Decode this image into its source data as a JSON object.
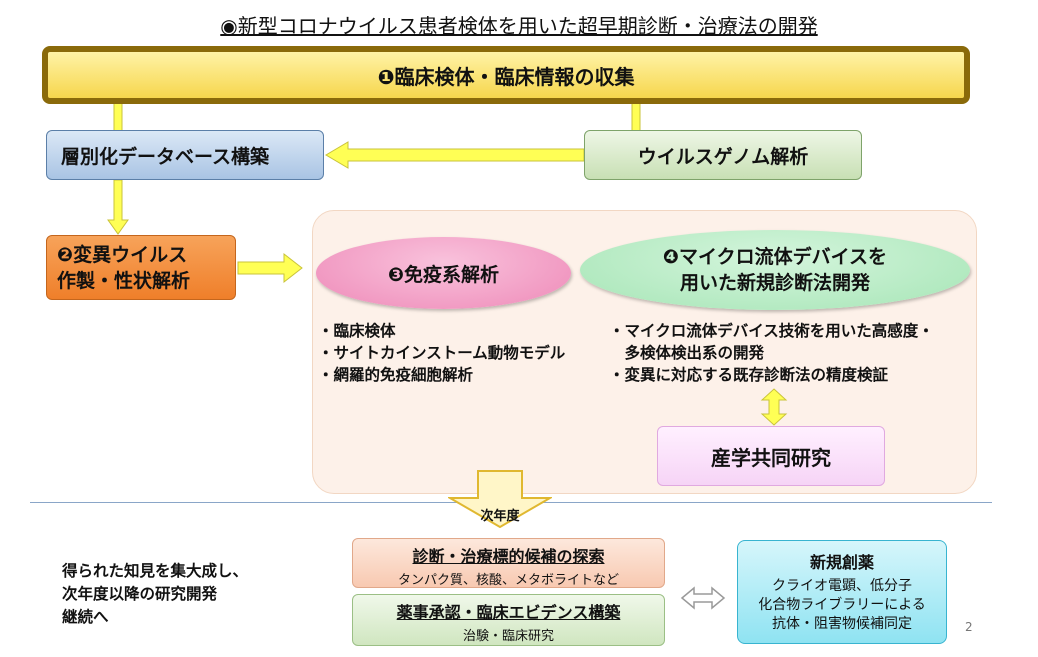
{
  "title": "◉新型コロナウイルス患者検体を用いた超早期診断・治療法の開発",
  "top_bar": "❶臨床検体・臨床情報の収集",
  "database": "層別化データベース構築",
  "genome": "ウイルスゲノム解析",
  "variant": {
    "line1": "❷変異ウイルス",
    "line2": "作製・性状解析"
  },
  "immune": {
    "title": "❸免疫系解析",
    "items": [
      "・臨床検体",
      "・サイトカインストーム動物モデル",
      "・網羅的免疫細胞解析"
    ]
  },
  "microfluidic": {
    "title_line1": "❹マイクロ流体デバイスを",
    "title_line2": "用いた新規診断法開発",
    "items": [
      "・マイクロ流体デバイス技術を用いた高感度・",
      "　多検体検出系の開発",
      "・変異に対応する既存診断法の精度検証"
    ]
  },
  "industry": "産学共同研究",
  "next_year": "次年度",
  "summary": [
    "得られた知見を集大成し、",
    "次年度以降の研究開発",
    "継続へ"
  ],
  "diagnosis": {
    "title": "診断・治療標的候補の探索",
    "sub": "タンパク質、核酸、メタボライトなど"
  },
  "approval": {
    "title": "薬事承認・臨床エビデンス構築",
    "sub": "治験・臨床研究"
  },
  "drug": {
    "title": "新規創薬",
    "lines": [
      "クライオ電顕、低分子",
      "化合物ライブラリーによる",
      "抗体・阻害物候補同定"
    ]
  },
  "page_number": "2",
  "colors": {
    "arrow_fill": "#ffff55",
    "arrow_stroke": "#c9c33a",
    "top_border": "#8a6a0a"
  }
}
